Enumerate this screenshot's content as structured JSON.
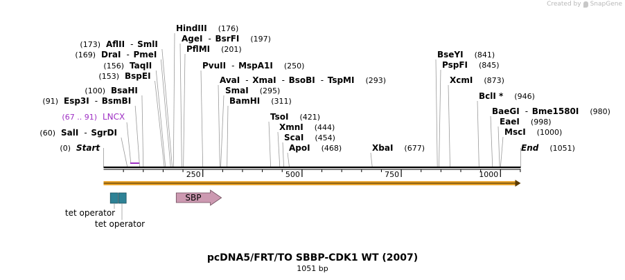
{
  "credit": {
    "prefix": "Created by",
    "brand": "SnapGene"
  },
  "plasmid": {
    "name": "pcDNA5/FRT/TO SBBP-CDK1 WT (2007)",
    "length_label": "1051 bp",
    "length": 1051
  },
  "ticks": [
    {
      "label": "250",
      "pos": 250
    },
    {
      "label": "500",
      "pos": 500
    },
    {
      "label": "750",
      "pos": 750
    },
    {
      "label": "1000",
      "pos": 1000
    }
  ],
  "sites": [
    {
      "id": "start",
      "pos_text": "(0)",
      "names": [
        "Start"
      ],
      "pos": 0,
      "italic": true
    },
    {
      "id": "sali",
      "pos_text": "(60)",
      "names": [
        "SalI",
        "SgrDI"
      ],
      "pos": 60
    },
    {
      "id": "lncx",
      "pos_text": "(67 .. 91)",
      "names": [
        "LNCX"
      ],
      "pos": 67,
      "end": 91,
      "primer": true
    },
    {
      "id": "esp3i",
      "pos_text": "(91)",
      "names": [
        "Esp3I",
        "BsmBI"
      ],
      "pos": 91
    },
    {
      "id": "bsahi",
      "pos_text": "(100)",
      "names": [
        "BsaHI"
      ],
      "pos": 100
    },
    {
      "id": "bspei",
      "pos_text": "(153)",
      "names": [
        "BspEI"
      ],
      "pos": 153
    },
    {
      "id": "taqii",
      "pos_text": "(156)",
      "names": [
        "TaqII"
      ],
      "pos": 156
    },
    {
      "id": "drai",
      "pos_text": "(169)",
      "names": [
        "DraI",
        "PmeI"
      ],
      "pos": 169
    },
    {
      "id": "aflii",
      "pos_text": "(173)",
      "names": [
        "AflII",
        "SmlI"
      ],
      "pos": 173
    },
    {
      "id": "hindiii",
      "pos_text": "(176)",
      "names": [
        "HindIII"
      ],
      "pos": 176
    },
    {
      "id": "agei",
      "pos_text": "(197)",
      "names": [
        "AgeI",
        "BsrFI"
      ],
      "pos": 197
    },
    {
      "id": "pflmi",
      "pos_text": "(201)",
      "names": [
        "PflMI"
      ],
      "pos": 201
    },
    {
      "id": "pvuii",
      "pos_text": "(250)",
      "names": [
        "PvuII",
        "MspA1I"
      ],
      "pos": 250
    },
    {
      "id": "avai",
      "pos_text": "(293)",
      "names": [
        "AvaI",
        "XmaI",
        "BsoBI",
        "TspMI"
      ],
      "pos": 293
    },
    {
      "id": "smai",
      "pos_text": "(295)",
      "names": [
        "SmaI"
      ],
      "pos": 295
    },
    {
      "id": "bamhi",
      "pos_text": "(311)",
      "names": [
        "BamHI"
      ],
      "pos": 311
    },
    {
      "id": "tsoi",
      "pos_text": "(421)",
      "names": [
        "TsoI"
      ],
      "pos": 421
    },
    {
      "id": "xmni",
      "pos_text": "(444)",
      "names": [
        "XmnI"
      ],
      "pos": 444
    },
    {
      "id": "scai",
      "pos_text": "(454)",
      "names": [
        "ScaI"
      ],
      "pos": 454
    },
    {
      "id": "apoi",
      "pos_text": "(468)",
      "names": [
        "ApoI"
      ],
      "pos": 468
    },
    {
      "id": "xbai",
      "pos_text": "(677)",
      "names": [
        "XbaI"
      ],
      "pos": 677
    },
    {
      "id": "bseyi",
      "pos_text": "(841)",
      "names": [
        "BseYI"
      ],
      "pos": 841
    },
    {
      "id": "pspfi",
      "pos_text": "(845)",
      "names": [
        "PspFI"
      ],
      "pos": 845
    },
    {
      "id": "xcmi",
      "pos_text": "(873)",
      "names": [
        "XcmI"
      ],
      "pos": 873
    },
    {
      "id": "bcli",
      "pos_text": "(946)",
      "names": [
        "BclI *"
      ],
      "pos": 946
    },
    {
      "id": "baegi",
      "pos_text": "(980)",
      "names": [
        "BaeGI",
        "Bme1580I"
      ],
      "pos": 980
    },
    {
      "id": "eaei",
      "pos_text": "(998)",
      "names": [
        "EaeI"
      ],
      "pos": 998
    },
    {
      "id": "msci",
      "pos_text": "(1000)",
      "names": [
        "MscI"
      ],
      "pos": 1000
    },
    {
      "id": "end",
      "pos_text": "(1051)",
      "names": [
        "End"
      ],
      "pos": 1051,
      "italic": true
    }
  ],
  "features": [
    {
      "name": "SBP",
      "type": "arrow",
      "start": 183,
      "end": 297,
      "color": "#cc99b1"
    },
    {
      "name": "tet operator",
      "type": "box",
      "start": 17,
      "end": 36,
      "color": "#2e8296"
    },
    {
      "name": "tet operator",
      "type": "box",
      "start": 38,
      "end": 57,
      "color": "#2e8296"
    }
  ],
  "orf": {
    "start": 0,
    "end": 1051,
    "color": "#e9a42d"
  },
  "colors": {
    "primer": "#9e2fc4",
    "backbone": "#000000",
    "text": "#000000"
  }
}
